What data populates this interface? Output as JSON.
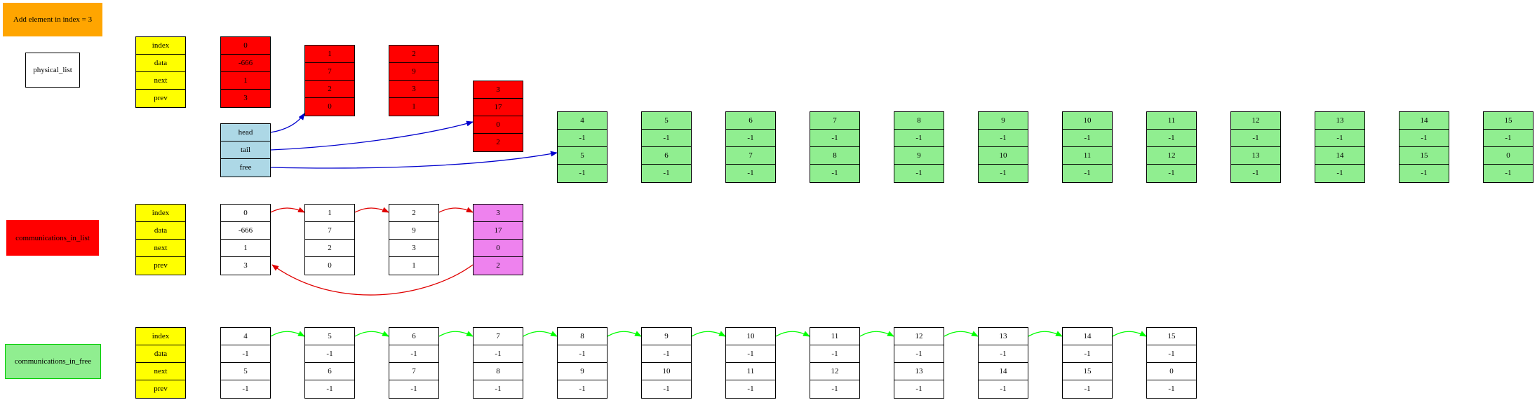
{
  "header": {
    "title": "Add element in index = 3",
    "title_color": "#ffa500"
  },
  "colors": {
    "red": "#ff0000",
    "yellow": "#ffff00",
    "light_blue": "#add8e6",
    "light_green": "#90ee90",
    "violet": "#ee82ee",
    "green_edge": "#00ff00",
    "blue_edge": "#0000cd",
    "red_edge": "#e00000"
  },
  "legend_fields": [
    "index",
    "data",
    "next",
    "prev"
  ],
  "sections": {
    "physical": {
      "label": "physical_list",
      "nodes": [
        {
          "index": "0",
          "data": "-666",
          "next": "1",
          "prev": "3",
          "color": "red"
        },
        {
          "index": "1",
          "data": "7",
          "next": "2",
          "prev": "0",
          "color": "red"
        },
        {
          "index": "2",
          "data": "9",
          "next": "3",
          "prev": "1",
          "color": "red"
        },
        {
          "index": "3",
          "data": "17",
          "next": "0",
          "prev": "2",
          "color": "red"
        },
        {
          "index": "4",
          "data": "-1",
          "next": "5",
          "prev": "-1",
          "color": "green"
        },
        {
          "index": "5",
          "data": "-1",
          "next": "6",
          "prev": "-1",
          "color": "green"
        },
        {
          "index": "6",
          "data": "-1",
          "next": "7",
          "prev": "-1",
          "color": "green"
        },
        {
          "index": "7",
          "data": "-1",
          "next": "8",
          "prev": "-1",
          "color": "green"
        },
        {
          "index": "8",
          "data": "-1",
          "next": "9",
          "prev": "-1",
          "color": "green"
        },
        {
          "index": "9",
          "data": "-1",
          "next": "10",
          "prev": "-1",
          "color": "green"
        },
        {
          "index": "10",
          "data": "-1",
          "next": "11",
          "prev": "-1",
          "color": "green"
        },
        {
          "index": "11",
          "data": "-1",
          "next": "12",
          "prev": "-1",
          "color": "green"
        },
        {
          "index": "12",
          "data": "-1",
          "next": "13",
          "prev": "-1",
          "color": "green"
        },
        {
          "index": "13",
          "data": "-1",
          "next": "14",
          "prev": "-1",
          "color": "green"
        },
        {
          "index": "14",
          "data": "-1",
          "next": "15",
          "prev": "-1",
          "color": "green"
        },
        {
          "index": "15",
          "data": "-1",
          "next": "0",
          "prev": "-1",
          "color": "green"
        }
      ],
      "pointers": [
        {
          "label": "head",
          "target": "1"
        },
        {
          "label": "tail",
          "target": "3"
        },
        {
          "label": "free",
          "target": "4"
        }
      ]
    },
    "in_list": {
      "label": "communications_in_list",
      "nodes": [
        {
          "index": "0",
          "data": "-666",
          "next": "1",
          "prev": "3",
          "color": "white"
        },
        {
          "index": "1",
          "data": "7",
          "next": "2",
          "prev": "0",
          "color": "white"
        },
        {
          "index": "2",
          "data": "9",
          "next": "3",
          "prev": "1",
          "color": "white"
        },
        {
          "index": "3",
          "data": "17",
          "next": "0",
          "prev": "2",
          "color": "violet"
        }
      ]
    },
    "in_free": {
      "label": "communications_in_free",
      "nodes": [
        {
          "index": "4",
          "data": "-1",
          "next": "5",
          "prev": "-1",
          "color": "white"
        },
        {
          "index": "5",
          "data": "-1",
          "next": "6",
          "prev": "-1",
          "color": "white"
        },
        {
          "index": "6",
          "data": "-1",
          "next": "7",
          "prev": "-1",
          "color": "white"
        },
        {
          "index": "7",
          "data": "-1",
          "next": "8",
          "prev": "-1",
          "color": "white"
        },
        {
          "index": "8",
          "data": "-1",
          "next": "9",
          "prev": "-1",
          "color": "white"
        },
        {
          "index": "9",
          "data": "-1",
          "next": "10",
          "prev": "-1",
          "color": "white"
        },
        {
          "index": "10",
          "data": "-1",
          "next": "11",
          "prev": "-1",
          "color": "white"
        },
        {
          "index": "11",
          "data": "-1",
          "next": "12",
          "prev": "-1",
          "color": "white"
        },
        {
          "index": "12",
          "data": "-1",
          "next": "13",
          "prev": "-1",
          "color": "white"
        },
        {
          "index": "13",
          "data": "-1",
          "next": "14",
          "prev": "-1",
          "color": "white"
        },
        {
          "index": "14",
          "data": "-1",
          "next": "15",
          "prev": "-1",
          "color": "white"
        },
        {
          "index": "15",
          "data": "-1",
          "next": "0",
          "prev": "-1",
          "color": "white"
        }
      ]
    }
  }
}
